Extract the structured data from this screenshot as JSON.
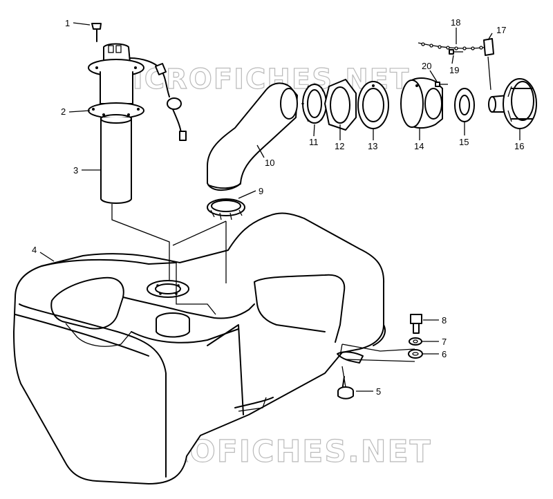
{
  "watermark": {
    "top_text": "MICROFICHES.NET",
    "bottom_text": "MICROFICHES.NET",
    "color": "#b9b9b9"
  },
  "callouts": {
    "c1": "1",
    "c2": "2",
    "c3": "3",
    "c4": "4",
    "c5": "5",
    "c6": "6",
    "c7": "7",
    "c8": "8",
    "c9": "9",
    "c10": "10",
    "c11": "11",
    "c12": "12",
    "c13": "13",
    "c14": "14",
    "c15": "15",
    "c16": "16",
    "c17": "17",
    "c18": "18",
    "c19": "19",
    "c20": "20"
  }
}
